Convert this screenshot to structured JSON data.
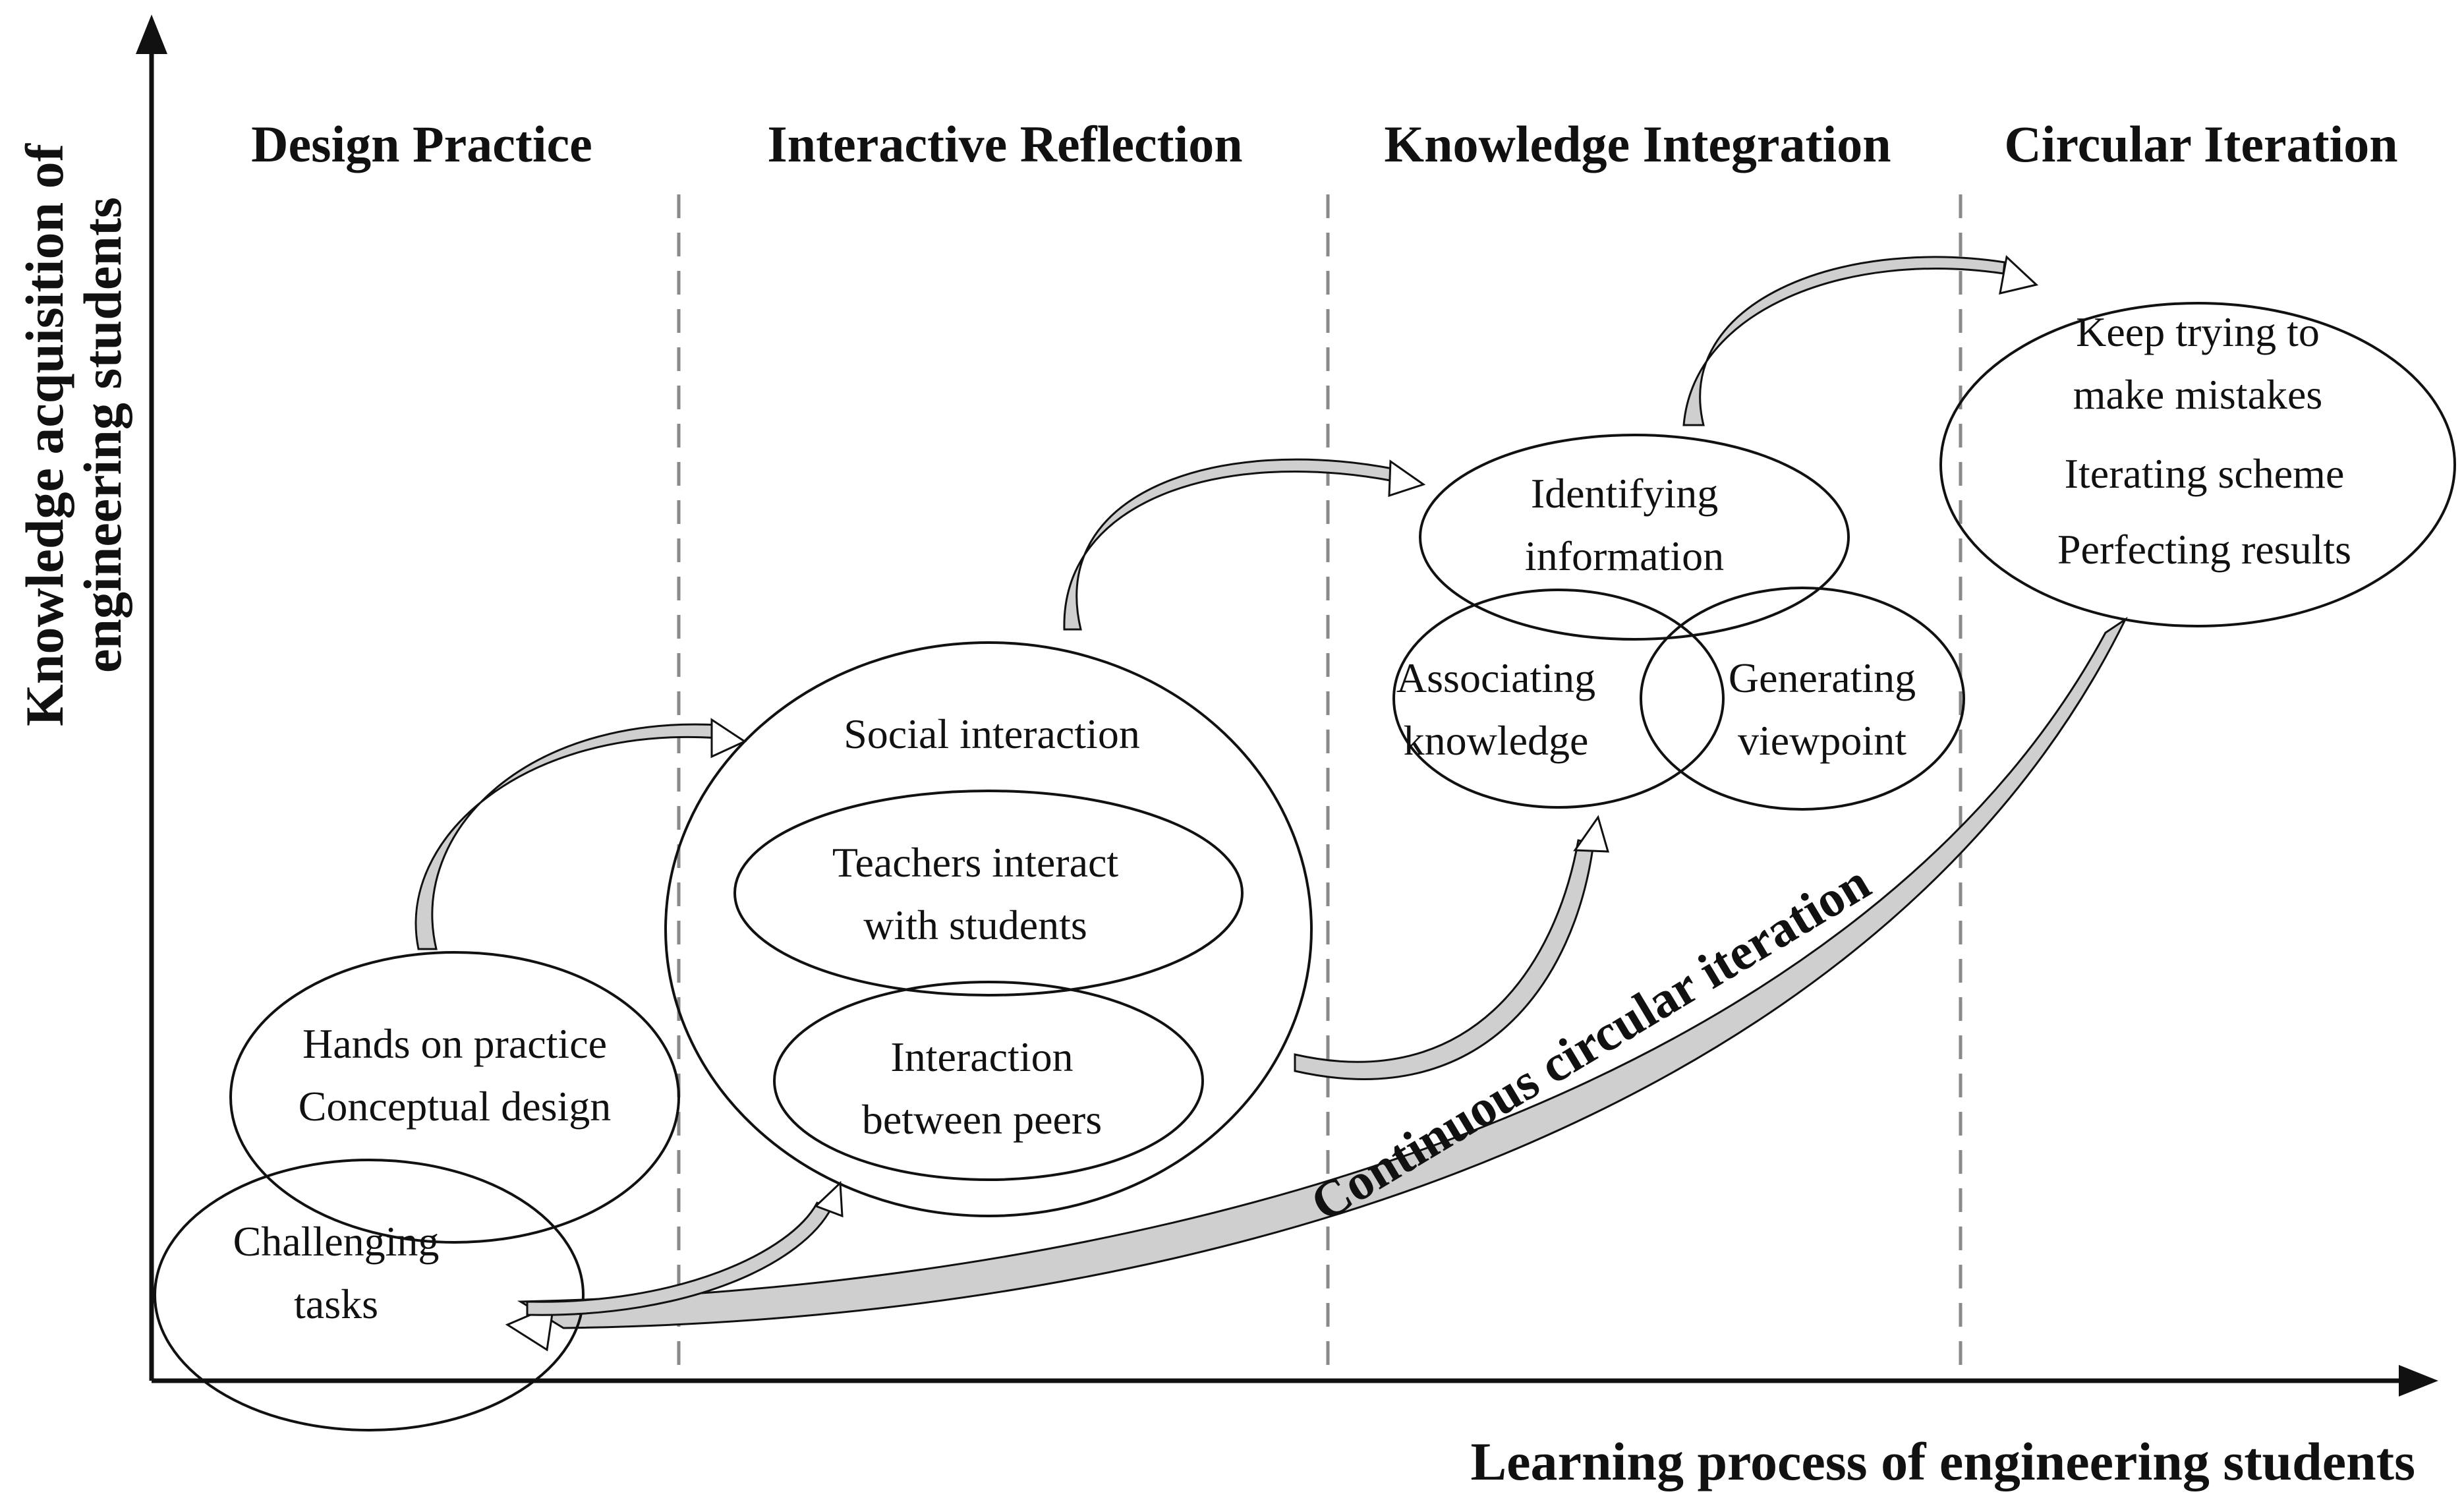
{
  "axes": {
    "y_label_line1": "Knowledge acquisition of",
    "y_label_line2": "engineering students",
    "x_label": "Learning process of engineering students"
  },
  "phases": [
    {
      "title": "Design Practice"
    },
    {
      "title": "Interactive Reflection"
    },
    {
      "title": "Knowledge Integration"
    },
    {
      "title": "Circular Iteration"
    }
  ],
  "nodes": {
    "challenging_tasks": {
      "line1": "Challenging",
      "line2": "tasks"
    },
    "hands_on": {
      "line1": "Hands on practice",
      "line2": "Conceptual design"
    },
    "social_interaction": {
      "label": "Social interaction"
    },
    "teachers_interact": {
      "line1": "Teachers  interact",
      "line2": "with students"
    },
    "peer_interaction": {
      "line1": "Interaction",
      "line2": "between peers"
    },
    "identifying_information": {
      "line1": "Identifying",
      "line2": "information"
    },
    "associating_knowledge": {
      "line1": "Associating",
      "line2": "knowledge"
    },
    "generating_viewpoint": {
      "line1": "Generating",
      "line2": "viewpoint"
    },
    "iteration": {
      "line1": "Keep trying to",
      "line2": "make mistakes",
      "line3": "Iterating scheme",
      "line4": "Perfecting results"
    }
  },
  "band_label": "Continuous circular iteration",
  "colors": {
    "ink": "#111111",
    "divider": "#8a8a8a",
    "arrow_fill": "#cfcfcf"
  }
}
